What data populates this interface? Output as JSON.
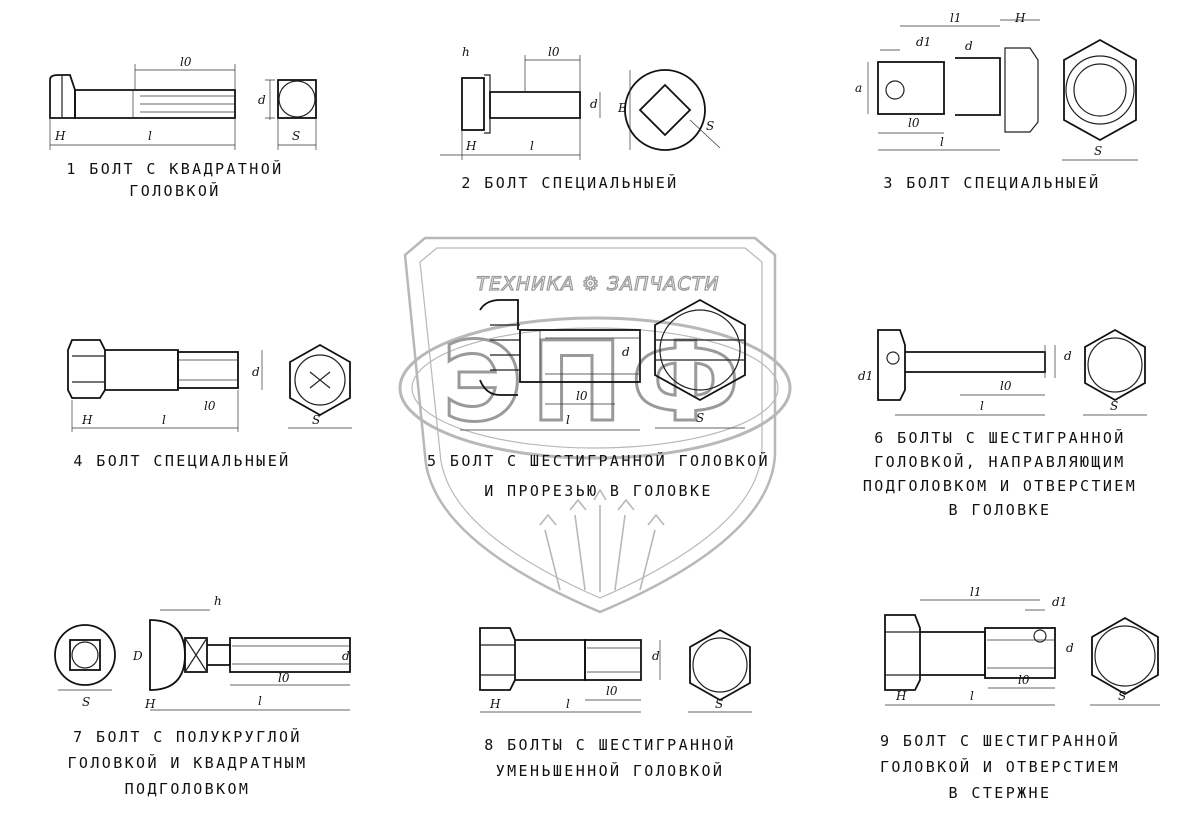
{
  "watermark": {
    "brand": "ТЕХНИКА ⚙ ЗАПЧАСТИ",
    "letters": "ЭПФ",
    "color": "#9a9a9a"
  },
  "figures": [
    {
      "id": "1",
      "number": "1",
      "lines": [
        "БОЛТ С КВАДРАТНОЙ",
        "ГОЛОВКОЙ"
      ],
      "dims": [
        "l0",
        "d",
        "H",
        "l",
        "S"
      ]
    },
    {
      "id": "2",
      "number": "2",
      "lines": [
        "БОЛТ СПЕЦИАЛЬНЫЕЙ"
      ],
      "dims": [
        "h",
        "l0",
        "d",
        "B",
        "S",
        "H",
        "l"
      ]
    },
    {
      "id": "3",
      "number": "3",
      "lines": [
        "БОЛТ СПЕЦИАЛЬНЫЕЙ"
      ],
      "dims": [
        "l1",
        "H",
        "d1",
        "a",
        "d",
        "l0",
        "l",
        "S"
      ]
    },
    {
      "id": "4",
      "number": "4",
      "lines": [
        "БОЛТ СПЕЦИАЛЬНЫЕЙ"
      ],
      "dims": [
        "d",
        "l0",
        "H",
        "l",
        "S"
      ]
    },
    {
      "id": "5",
      "number": "5",
      "lines": [
        "БОЛТ С ШЕСТИГРАННОЙ ГОЛОВКОЙ",
        "И ПРОРЕЗЬЮ В ГОЛОВКЕ"
      ],
      "dims": [
        "d",
        "l0",
        "l",
        "S"
      ]
    },
    {
      "id": "6",
      "number": "6",
      "lines": [
        "БОЛТЫ С ШЕСТИГРАННОЙ",
        "ГОЛОВКОЙ, НАПРАВЛЯЮЩИМ",
        "ПОДГОЛОВКОМ И ОТВЕРСТИЕМ",
        "В ГОЛОВКЕ"
      ],
      "dims": [
        "d1",
        "d",
        "l0",
        "l",
        "S"
      ]
    },
    {
      "id": "7",
      "number": "7",
      "lines": [
        "БОЛТ С ПОЛУКРУГЛОЙ",
        "ГОЛОВКОЙ И КВАДРАТНЫМ",
        "ПОДГОЛОВКОМ"
      ],
      "dims": [
        "h",
        "D",
        "d",
        "l0",
        "l",
        "S",
        "H"
      ]
    },
    {
      "id": "8",
      "number": "8",
      "lines": [
        "БОЛТЫ С ШЕСТИГРАННОЙ",
        "УМЕНЬШЕННОЙ ГОЛОВКОЙ"
      ],
      "dims": [
        "d",
        "l0",
        "H",
        "l",
        "S"
      ]
    },
    {
      "id": "9",
      "number": "9",
      "lines": [
        "БОЛТ С ШЕСТИГРАННОЙ",
        "ГОЛОВКОЙ И ОТВЕРСТИЕМ",
        "В СТЕРЖНЕ"
      ],
      "dims": [
        "l1",
        "d1",
        "d",
        "l0",
        "H",
        "l",
        "S"
      ]
    }
  ]
}
